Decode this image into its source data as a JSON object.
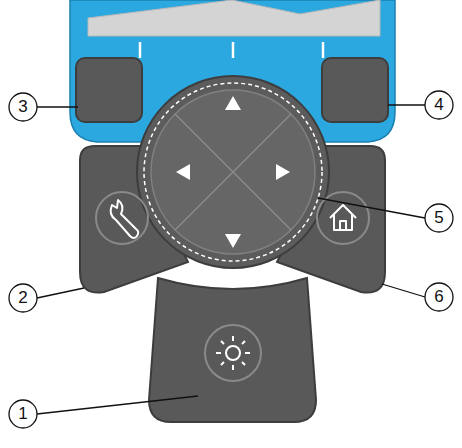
{
  "diagram": {
    "labels": [
      "3",
      "4",
      "5",
      "2",
      "6",
      "1"
    ]
  }
}
